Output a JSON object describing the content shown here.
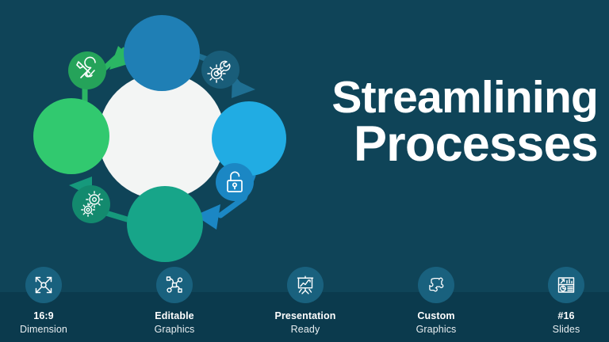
{
  "slide": {
    "background_color": "#0f4458",
    "footer_band_color": "#0b3a4d",
    "title": {
      "line1": "Streamlining",
      "line2": "Processes"
    }
  },
  "diagram": {
    "type": "cycle-diagram",
    "center_shape": "white-rounded-blob",
    "nodes": [
      {
        "position": "top",
        "color": "#1f7fb5",
        "name": "stage-top"
      },
      {
        "position": "right",
        "color": "#21ace3",
        "name": "stage-right"
      },
      {
        "position": "bottom",
        "color": "#17a589",
        "name": "stage-bottom"
      },
      {
        "position": "left",
        "color": "#31c96f",
        "name": "stage-left"
      }
    ],
    "connectors": [
      {
        "position": "top-right",
        "icon": "gear-wrench-icon",
        "circle_color": "#195d79",
        "arrow_color": "#1f6f92"
      },
      {
        "position": "bottom-right",
        "icon": "unlock-icon",
        "circle_color": "#1b87c4",
        "arrow_color": "#1b87c4"
      },
      {
        "position": "bottom-left",
        "icon": "gears-icon",
        "circle_color": "#138a6e",
        "arrow_color": "#16997c"
      },
      {
        "position": "top-left",
        "icon": "tools-icon",
        "circle_color": "#25a35a",
        "arrow_color": "#2bb664"
      }
    ]
  },
  "footer": {
    "icon_circle_color": "#19617e",
    "items": [
      {
        "icon": "expand-arrows-icon",
        "label1": "16:9",
        "label2": "Dimension"
      },
      {
        "icon": "node-path-icon",
        "label1": "Editable",
        "label2": "Graphics"
      },
      {
        "icon": "presentation-icon",
        "label1": "Presentation",
        "label2": "Ready"
      },
      {
        "icon": "puzzle-piece-icon",
        "label1": "Custom",
        "label2": "Graphics"
      },
      {
        "icon": "slide-layout-icon",
        "label1": "#16",
        "label2": "Slides"
      }
    ]
  }
}
